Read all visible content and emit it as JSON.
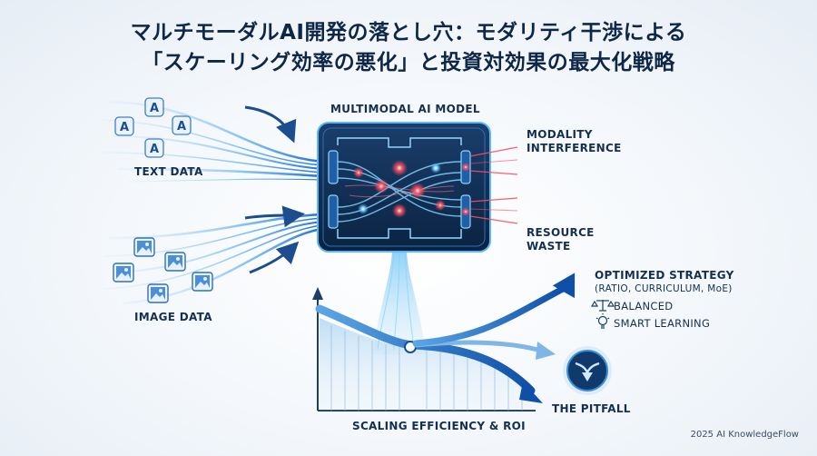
{
  "title": {
    "line1": "マルチモーダルAI開発の落とし穴：モダリティ干渉による",
    "line2": "「スケーリング効率の悪化」と投資対効果の最大化戦略"
  },
  "inputs": {
    "text_label": "TEXT DATA",
    "image_label": "IMAGE DATA",
    "text_tile_glyph": "A"
  },
  "model": {
    "label": "MULTIMODAL AI MODEL"
  },
  "outputs": {
    "interference": [
      "MODALITY",
      "INTERFERENCE"
    ],
    "waste": [
      "RESOURCE",
      "WASTE"
    ]
  },
  "strategy": {
    "title": "OPTIMIZED STRATEGY",
    "subtitle": "(RATIO, CURRICULUM, MoE)",
    "items": [
      {
        "icon": "balance-scale-icon",
        "label": "BALANCED"
      },
      {
        "icon": "lightbulb-icon",
        "label": "SMART LEARNING"
      }
    ]
  },
  "chart": {
    "xlabel": "SCALING EFFICIENCY & ROI",
    "pitfall_label": "THE PITFALL"
  },
  "footer": "2025 AI KnowledgeFlow",
  "colors": {
    "navy": "#0f2747",
    "blue": "#1e6fd9",
    "glow": "#7fd3ff",
    "red": "#ff3b4e"
  }
}
